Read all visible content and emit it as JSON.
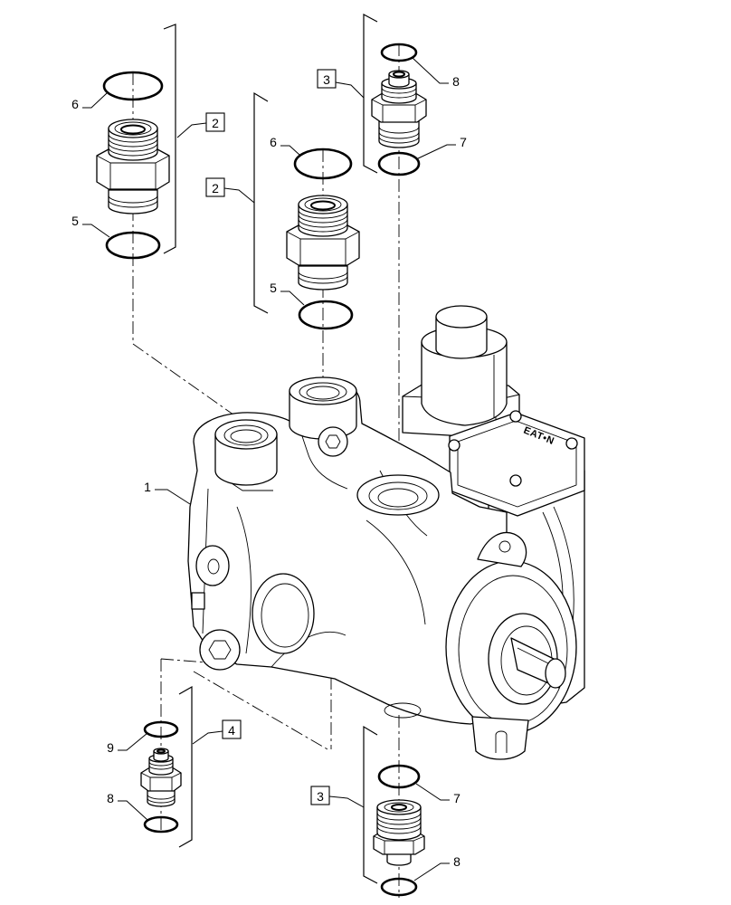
{
  "diagram": {
    "logo_text": "EAT•N",
    "callouts": {
      "pump": "1",
      "oring_left_top": "6",
      "oring_left_bottom": "5",
      "oring_mid_top": "6",
      "oring_mid_bottom": "5",
      "oring_top_right_upper": "8",
      "oring_top_right_lower": "7",
      "oring_bottom_right_upper": "7",
      "oring_bottom_right_lower": "8",
      "oring_small_upper": "9",
      "oring_small_lower": "8"
    },
    "assembly_refs": {
      "left_fitting_group": "2",
      "mid_fitting_group": "2",
      "top_right_fitting_group": "3",
      "bottom_right_fitting_group": "3",
      "small_fitting_group": "4"
    },
    "colors": {
      "line": "#000000",
      "background": "#ffffff"
    }
  }
}
